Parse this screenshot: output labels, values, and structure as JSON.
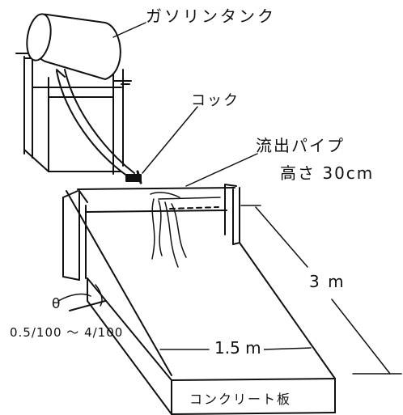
{
  "labels": {
    "gasoline_tank": "ガソリンタンク",
    "cock": "コック",
    "outflow_pipe": "流出パイプ",
    "height": "高さ 30cm",
    "length": "3 m",
    "width": "1.5 m",
    "angle": "θ",
    "slope_range": "0.5/100 ～ 4/100",
    "concrete_slab": "コンクリート板"
  },
  "colors": {
    "ink": "#111111",
    "paper": "#ffffff"
  }
}
